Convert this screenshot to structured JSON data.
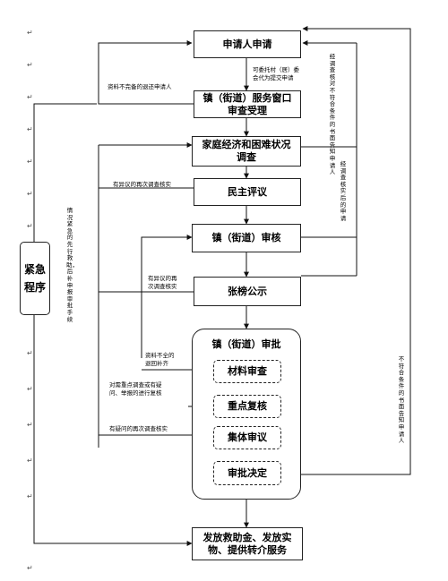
{
  "nodes": {
    "apply": "申请人申请",
    "window": "镇（街道）服务窗口\n审查受理",
    "survey": "家庭经济和困难状况\n调查",
    "review": "民主评议",
    "audit": "镇（街道）审核",
    "publicize": "张榜公示",
    "approve_group": "镇（街道）审批",
    "material": "材料审查",
    "recheck": "重点复核",
    "collective": "集体审议",
    "decision": "审批决定",
    "final": "发放救助金、发放实\n物、提供转介服务",
    "emergency": "紧急\n程序"
  },
  "labels": {
    "entrust": "可委托村（居）委\n会代为提交申请",
    "incomplete": "资料不完备的退还申请人",
    "review_objection": "有异议的再次调查核实",
    "publicize_objection": "有异议的再\n次调查核实",
    "material_return": "资料不全的\n退回补齐",
    "recheck_note": "对需重点调查或有疑\n问、举报的进行复核",
    "collective_doubt": "有疑问的再次调查核实",
    "not_eligible_inform": "经调查核对不符合条件的书面告知申请人",
    "resurvey_inform": "经调查核实后的申请",
    "emergency_note": "情况紧急的先行救助，后补申报审批手续",
    "final_reject": "不符合条件的书面告知申请人"
  }
}
